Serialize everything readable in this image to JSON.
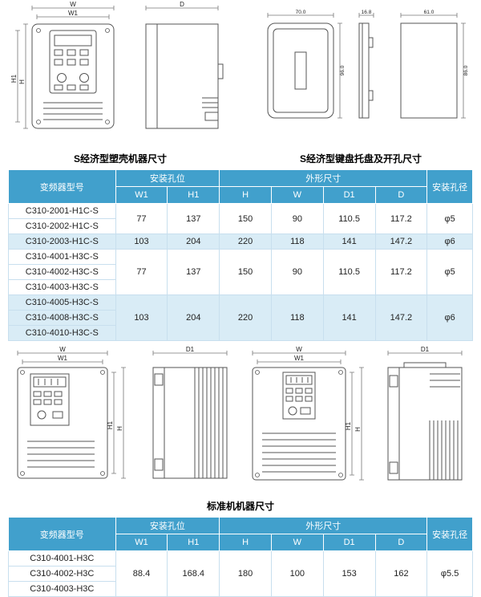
{
  "captions": {
    "plastic": "S经济型塑壳机器尺寸",
    "tray": "S经济型键盘托盘及开孔尺寸",
    "standard": "标准机机器尺寸"
  },
  "dims": {
    "W": "W",
    "W1": "W1",
    "H": "H",
    "H1": "H1",
    "D": "D",
    "D1": "D1"
  },
  "tray": {
    "width": "70.0",
    "side_depth": "16.8",
    "open_width": "61.0",
    "height": "96.0",
    "open_height": "86.0"
  },
  "colors": {
    "header_blue": "#41a0cc",
    "row_alt_blue": "#d9ecf6"
  },
  "table_headers": {
    "model": "变频器型号",
    "mount_holes": "安装孔位",
    "outline": "外形尺寸",
    "hole_dia": "安装孔径",
    "w1": "W1",
    "h1": "H1",
    "h": "H",
    "w": "W",
    "d1": "D1",
    "d": "D"
  },
  "table1": {
    "groups": [
      {
        "models": [
          "C310-2001-H1C-S",
          "C310-2002-H1C-S"
        ],
        "w1": "77",
        "h1": "137",
        "h": "150",
        "w": "90",
        "d1": "110.5",
        "d": "117.2",
        "hole": "φ5"
      },
      {
        "models": [
          "C310-2003-H1C-S"
        ],
        "w1": "103",
        "h1": "204",
        "h": "220",
        "w": "118",
        "d1": "141",
        "d": "147.2",
        "hole": "φ6"
      },
      {
        "models": [
          "C310-4001-H3C-S",
          "C310-4002-H3C-S",
          "C310-4003-H3C-S"
        ],
        "w1": "77",
        "h1": "137",
        "h": "150",
        "w": "90",
        "d1": "110.5",
        "d": "117.2",
        "hole": "φ5"
      },
      {
        "models": [
          "C310-4005-H3C-S",
          "C310-4008-H3C-S",
          "C310-4010-H3C-S"
        ],
        "w1": "103",
        "h1": "204",
        "h": "220",
        "w": "118",
        "d1": "141",
        "d": "147.2",
        "hole": "φ6"
      }
    ]
  },
  "table2": {
    "groups": [
      {
        "models": [
          "C310-4001-H3C",
          "C310-4002-H3C",
          "C310-4003-H3C"
        ],
        "w1": "88.4",
        "h1": "168.4",
        "h": "180",
        "w": "100",
        "d1": "153",
        "d": "162",
        "hole": "φ5.5"
      }
    ]
  }
}
